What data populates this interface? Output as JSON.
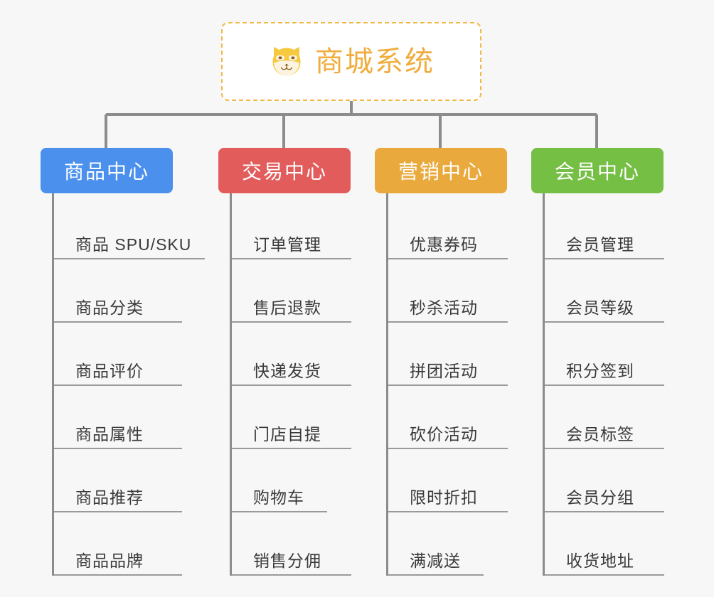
{
  "root": {
    "title": "商城系统",
    "icon": "shiba-dog-icon",
    "border_color": "#f0b849",
    "text_color": "#f0ad3e",
    "background": "#ffffff"
  },
  "canvas": {
    "background": "#f7f7f7",
    "connector_color": "#8c8c8c"
  },
  "branches": [
    {
      "label": "商品中心",
      "color": "#4a90ec",
      "leaves": [
        "商品 SPU/SKU",
        "商品分类",
        "商品评价",
        "商品属性",
        "商品推荐",
        "商品品牌"
      ]
    },
    {
      "label": "交易中心",
      "color": "#e25c5c",
      "leaves": [
        "订单管理",
        "售后退款",
        "快递发货",
        "门店自提",
        "购物车",
        "销售分佣"
      ]
    },
    {
      "label": "营销中心",
      "color": "#eaa93c",
      "leaves": [
        "优惠券码",
        "秒杀活动",
        "拼团活动",
        "砍价活动",
        "限时折扣",
        "满减送"
      ]
    },
    {
      "label": "会员中心",
      "color": "#76bf45",
      "leaves": [
        "会员管理",
        "会员等级",
        "积分签到",
        "会员标签",
        "会员分组",
        "收货地址"
      ]
    }
  ]
}
